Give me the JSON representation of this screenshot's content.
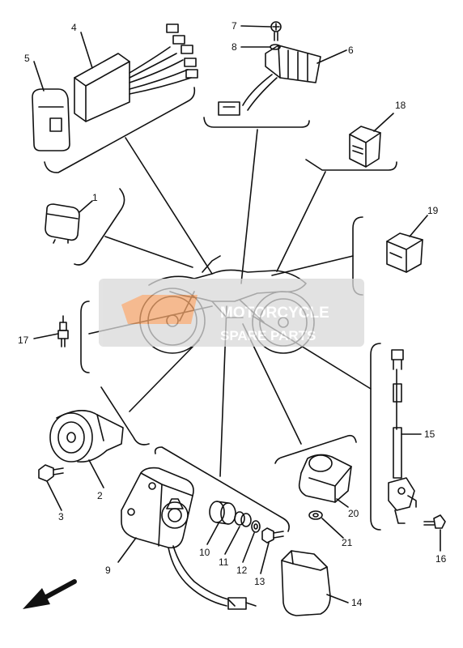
{
  "callouts": {
    "c1": "1",
    "c2": "2",
    "c3": "3",
    "c4": "4",
    "c5": "5",
    "c6": "6",
    "c7": "7",
    "c8": "8",
    "c9": "9",
    "c10": "10",
    "c11": "11",
    "c12": "12",
    "c13": "13",
    "c14": "14",
    "c15": "15",
    "c16": "16",
    "c17": "17",
    "c18": "18",
    "c19": "19",
    "c20": "20",
    "c21": "21"
  },
  "watermark": {
    "line1": "MOTORCYCLE",
    "line2": "SPARE PARTS"
  },
  "colors": {
    "ink": "#111111",
    "watermark_bg": "#d9d9d9",
    "watermark_logo": "#f2a46b"
  }
}
